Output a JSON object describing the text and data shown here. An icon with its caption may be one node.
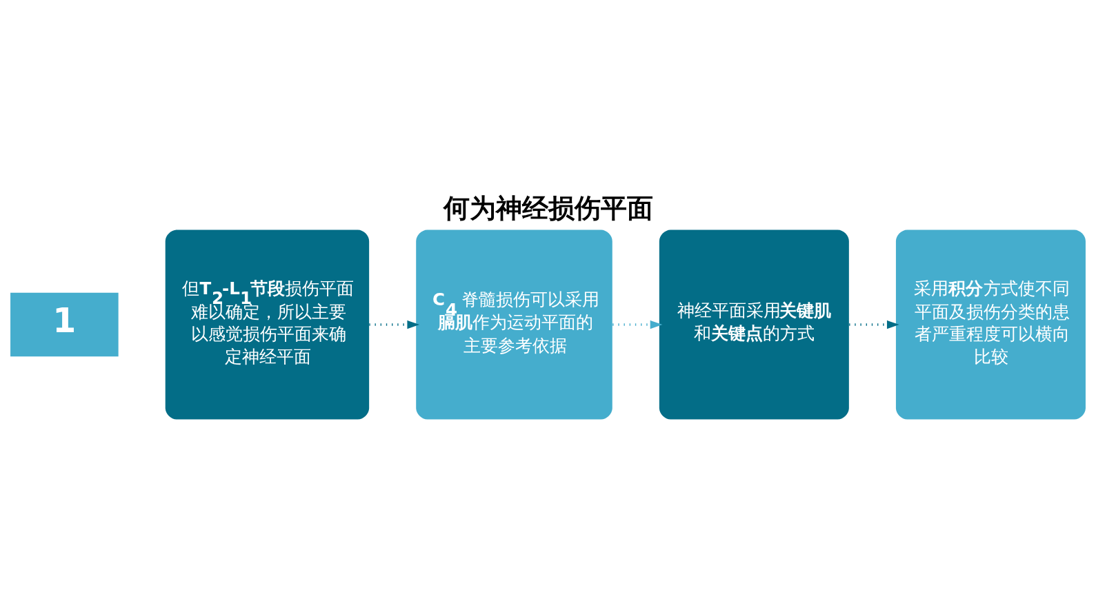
{
  "diagram": {
    "title": "何为神经损伤平面",
    "nodes": [
      {
        "text": [
          "但**T$_{2}$-L$_{1}$节段**损伤平面难以确定，所以主要以感觉损伤平面来确定神经平面"
        ]
      },
      {
        "text": [
          "**C$_{4}$** 脊髓损伤可以采用**膈肌**作为运动平面的主要参考依据"
        ]
      },
      {
        "text": [
          "神经平面采用**关键肌**和**关键点**的方式"
        ]
      },
      {
        "text": [
          "采用**积分**方式使不同平面及损伤分类的患者严重程度可以横向比较"
        ]
      }
    ],
    "edges": [
      {
        "from": 0,
        "to": 1,
        "arrow": "to",
        "style": "dashed"
      },
      {
        "from": 1,
        "to": 2,
        "arrow": "to",
        "style": "dashed",
        "color": "#45adcd"
      },
      {
        "from": 2,
        "to": 3,
        "arrow": "to",
        "style": "dashed"
      }
    ],
    "labels": [
      "1"
    ]
  }
}
